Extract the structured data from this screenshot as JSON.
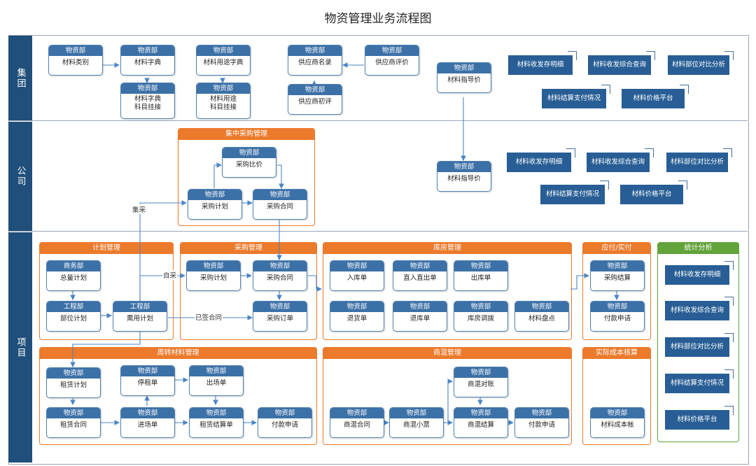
{
  "title": "物资管理业务流程图",
  "lanes": {
    "group": "集团",
    "company": "公司",
    "project": "项目"
  },
  "groups": {
    "jizhong": "集中采购管理",
    "jihua": "计划管理",
    "caigou": "采购管理",
    "kufang": "库房管理",
    "yingfu": "应付/实付",
    "tongji": "统计分析",
    "zhouzhuan": "周转材料管理",
    "shanghun": "商混管理",
    "chengben": "实际成本核算"
  },
  "nodes": {
    "g1": {
      "dept": "物资部",
      "label": "材料类别"
    },
    "g2": {
      "dept": "物资部",
      "label": "材料字典"
    },
    "g3": {
      "dept": "物资部",
      "label": "材料字典\n科目挂接"
    },
    "g4": {
      "dept": "物资部",
      "label": "材料用途字典"
    },
    "g5": {
      "dept": "物资部",
      "label": "材料用途\n科目挂接"
    },
    "g6": {
      "dept": "物资部",
      "label": "供应商名录"
    },
    "g7": {
      "dept": "物资部",
      "label": "供应商评价"
    },
    "g8": {
      "dept": "物资部",
      "label": "供应商初评"
    },
    "g9": {
      "dept": "物资部",
      "label": "材料指导价"
    },
    "c1": {
      "dept": "物资部",
      "label": "采购比价"
    },
    "c2": {
      "dept": "物资部",
      "label": "采购计划"
    },
    "c3": {
      "dept": "物资部",
      "label": "采购合同"
    },
    "c4": {
      "dept": "物资部",
      "label": "材料指导价"
    },
    "p1": {
      "dept": "商务部",
      "label": "总量计划"
    },
    "p2": {
      "dept": "工程部",
      "label": "部位计划"
    },
    "p3": {
      "dept": "工程部",
      "label": "需用计划"
    },
    "p4": {
      "dept": "物资部",
      "label": "采购计划"
    },
    "p5": {
      "dept": "物资部",
      "label": "采购合同"
    },
    "p6": {
      "dept": "物资部",
      "label": "采购订单"
    },
    "k1": {
      "dept": "物资部",
      "label": "入库单"
    },
    "k2": {
      "dept": "物资部",
      "label": "直入直出单"
    },
    "k3": {
      "dept": "物资部",
      "label": "出库单"
    },
    "k4": {
      "dept": "物资部",
      "label": "退货单"
    },
    "k5": {
      "dept": "物资部",
      "label": "退库单"
    },
    "k6": {
      "dept": "物资部",
      "label": "库房调拨"
    },
    "k7": {
      "dept": "物资部",
      "label": "材料盘点"
    },
    "y1": {
      "dept": "物资部",
      "label": "采购结算"
    },
    "y2": {
      "dept": "物资部",
      "label": "付款申请"
    },
    "z1": {
      "dept": "物资部",
      "label": "租赁计划"
    },
    "z2": {
      "dept": "物资部",
      "label": "停租单"
    },
    "z3": {
      "dept": "物资部",
      "label": "出场单"
    },
    "z4": {
      "dept": "物资部",
      "label": "租赁合同"
    },
    "z5": {
      "dept": "物资部",
      "label": "进场单"
    },
    "z6": {
      "dept": "物资部",
      "label": "租赁结算单"
    },
    "z7": {
      "dept": "物资部",
      "label": "付款申请"
    },
    "s1": {
      "dept": "物资部",
      "label": "商混对账"
    },
    "s2": {
      "dept": "物资部",
      "label": "商混合同"
    },
    "s3": {
      "dept": "物资部",
      "label": "商混小票"
    },
    "s4": {
      "dept": "物资部",
      "label": "商混结算"
    },
    "s5": {
      "dept": "物资部",
      "label": "付款申请"
    },
    "cb1": {
      "dept": "物资部",
      "label": "材料成本帐"
    }
  },
  "stats": {
    "ga": "材料收发存明细",
    "gb": "材料收发综合查询",
    "gc": "材料部位对比分析",
    "gd": "材料结算支付情况",
    "ge": "材料价格平台",
    "ca": "材料收发存明细",
    "cb": "材料收发综合查询",
    "cc": "材料部位对比分析",
    "cd": "材料结算支付情况",
    "ce": "材料价格平台",
    "pa": "材料收发存明细",
    "pb": "材料收发综合查询",
    "pc": "材料部位对比分析",
    "pd": "材料结算支付情况",
    "pe": "材料价格平台"
  },
  "edge_labels": {
    "jicai": "集采",
    "zicai": "自采",
    "yiqian": "已签合同"
  },
  "colors": {
    "node_header": "#3c71a7",
    "lane": "#1f4f7a",
    "orange": "#ec7a2b",
    "green": "#62a33a",
    "stat": "#285e95",
    "line": "#4a86c5"
  }
}
